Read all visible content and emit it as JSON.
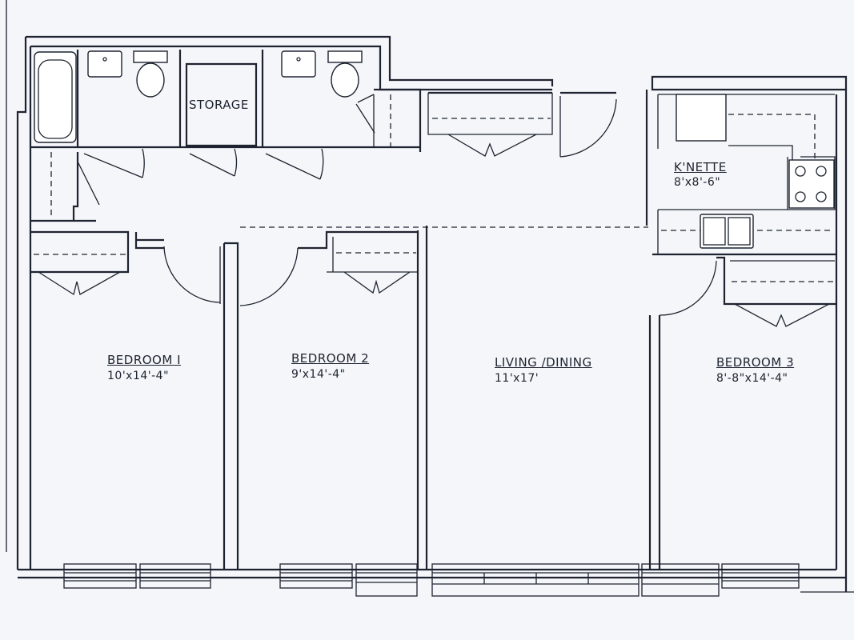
{
  "rooms": {
    "storage": {
      "name": "STORAGE"
    },
    "kitchen": {
      "name": "K'NETTE",
      "size": "8'x8'-6\""
    },
    "bedroom1": {
      "name": "BEDROOM I",
      "size": "10'x14'-4\""
    },
    "bedroom2": {
      "name": "BEDROOM 2",
      "size": "9'x14'-4\""
    },
    "living": {
      "name": "LIVING /DINING",
      "size": "11'x17'"
    },
    "bedroom3": {
      "name": "BEDROOM 3",
      "size": "8'-8\"x14'-4\""
    }
  },
  "colors": {
    "ink": "#1d2330",
    "paper": "#f4f6f9"
  }
}
